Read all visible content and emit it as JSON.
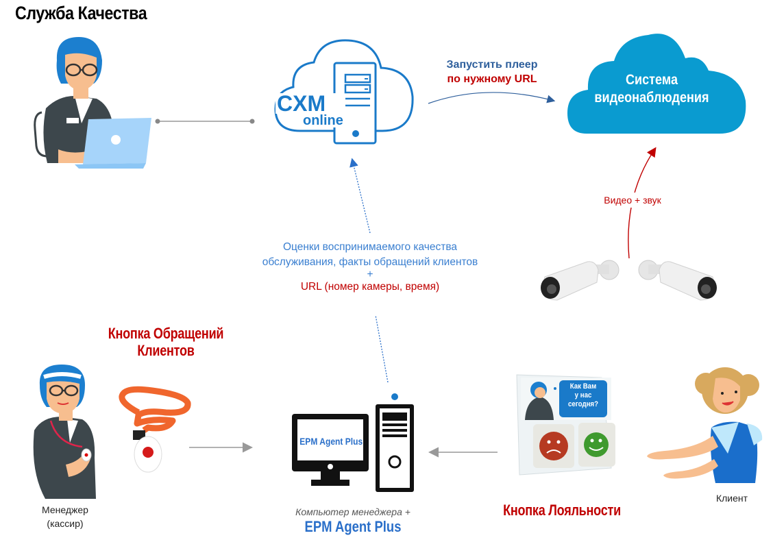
{
  "title": "Служба Качества",
  "cxm_cloud": {
    "brand_line1": "CXM",
    "brand_line2": "online",
    "color": "#1a7ac9"
  },
  "video_cloud": {
    "line1": "Система",
    "line2": "видеонаблюдения",
    "color": "#0a9bd0"
  },
  "player_arrow_label": {
    "line1": "Запустить плеер",
    "line2": "по нужному URL"
  },
  "video_arrow_label": "Видео + звук",
  "data_flow_label": {
    "line1": "Оценки воспринимаемого качества",
    "line2": "обслуживания, факты обращений клиентов",
    "plus": "+",
    "line3": "URL (номер камеры, время)"
  },
  "call_button_title": {
    "line1": "Кнопка Обращений",
    "line2": "Клиентов"
  },
  "manager_caption": {
    "line1": "Менеджер",
    "line2": "(кассир)"
  },
  "computer": {
    "screen_text": "EPM Agent Plus",
    "caption_line1": "Компьютер менеджера +",
    "caption_line2": "EPM Agent Plus"
  },
  "loyalty": {
    "speech_line1": "Как Вам",
    "speech_line2": "у нас",
    "speech_line3": "сегодня?",
    "title": "Кнопка Лояльности"
  },
  "client_caption": "Клиент",
  "colors": {
    "accent_blue": "#3a7fd0",
    "accent_red": "#c00000",
    "arrow_gray": "#999999"
  }
}
